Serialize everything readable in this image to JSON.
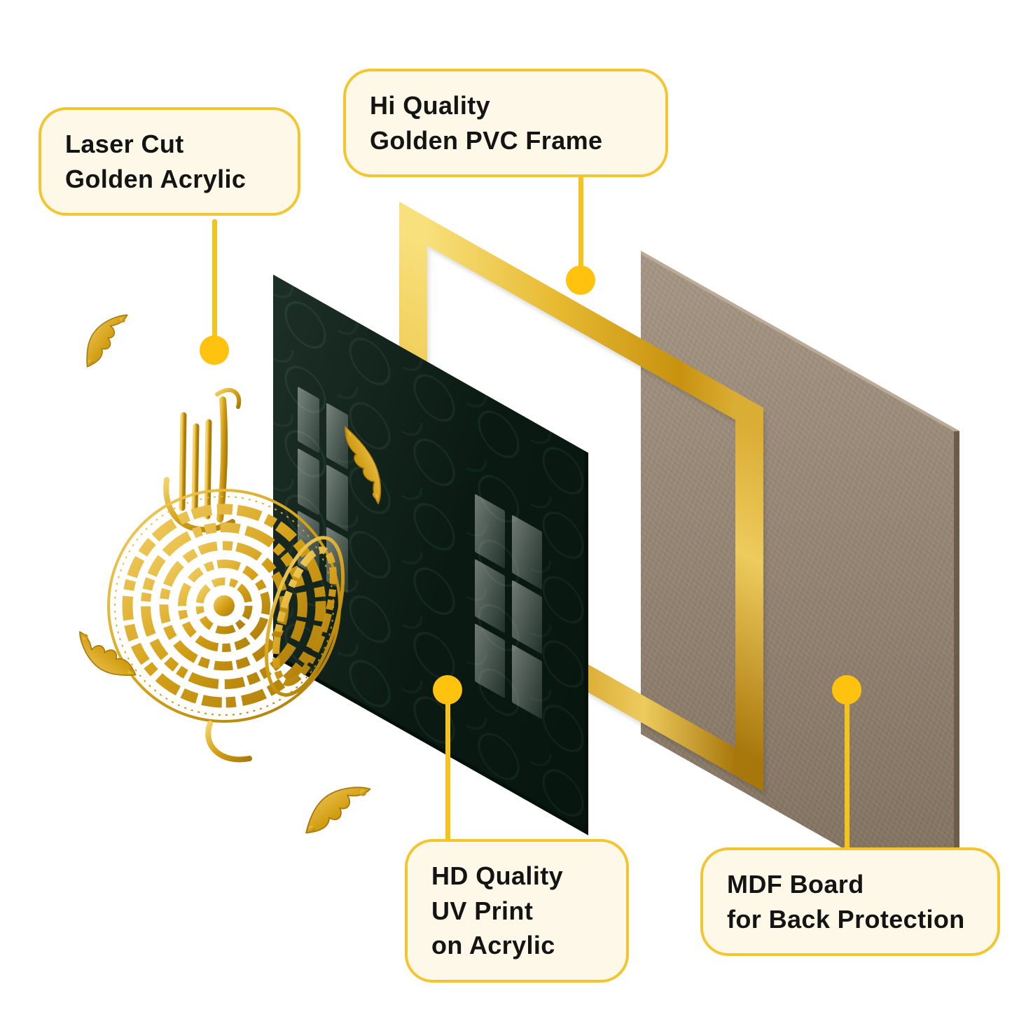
{
  "colors": {
    "background": "#FFFFFF",
    "accent-gold": "#F5C41C",
    "dot-gold": "#FFC20E",
    "callout-bg": "#FDF8E7",
    "callout-border": "#F3C52E",
    "text": "#141414",
    "frame-gold": "#DFAE2B",
    "panel-green": "#0C2017",
    "mdf-brown": "#97846F",
    "calligraphy-gold": "#D4A017"
  },
  "callouts": {
    "laser_cut": {
      "line1": "Laser Cut",
      "line2": "Golden Acrylic"
    },
    "pvc_frame": {
      "line1": "Hi Quality",
      "line2": "Golden PVC Frame"
    },
    "uv_print": {
      "line1": "HD Quality",
      "line2": "UV Print",
      "line3": "on Acrylic"
    },
    "mdf_board": {
      "line1": "MDF Board",
      "line2": "for Back Protection"
    }
  },
  "icons": {
    "anchor_dot": "●",
    "corner_ornament": "❧",
    "calligraphy_medallion": "islamic-calligraphy-medallion"
  }
}
